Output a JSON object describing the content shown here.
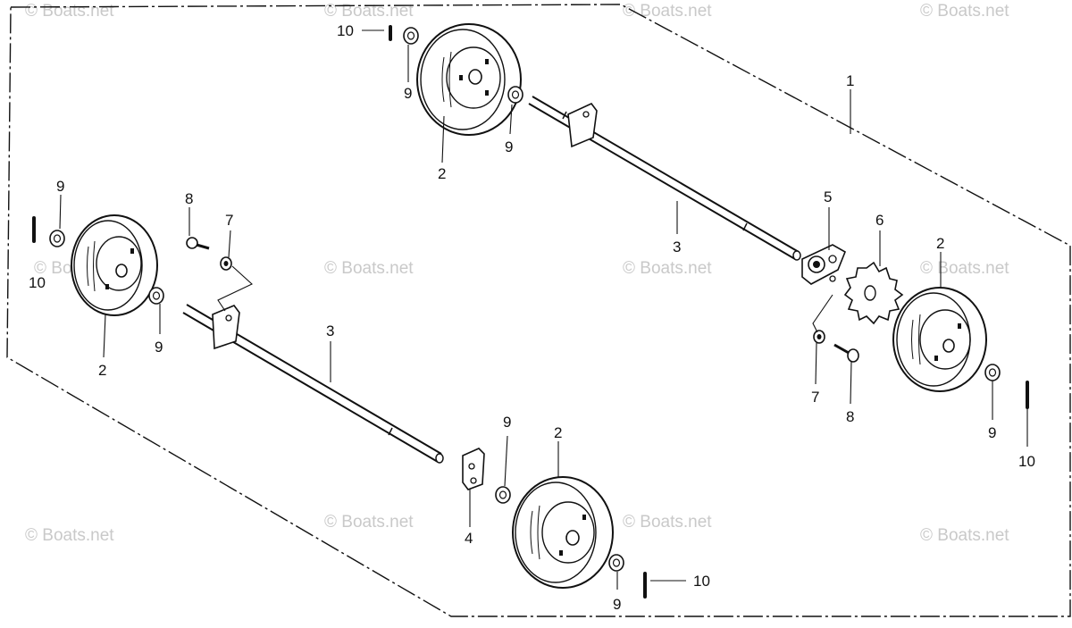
{
  "watermark": {
    "text": "© Boats.net",
    "color": "#c9c9c9"
  },
  "callouts": {
    "c1": "1",
    "c2a": "2",
    "c2b": "2",
    "c2c": "2",
    "c2d": "2",
    "c3a": "3",
    "c3b": "3",
    "c4": "4",
    "c5": "5",
    "c6": "6",
    "c7a": "7",
    "c7b": "7",
    "c8a": "8",
    "c8b": "8",
    "c9a": "9",
    "c9b": "9",
    "c9c": "9",
    "c9d": "9",
    "c9e": "9",
    "c9f": "9",
    "c9g": "9",
    "c10a": "10",
    "c10b": "10",
    "c10c": "10",
    "c10d": "10"
  },
  "colors": {
    "ink": "#111111",
    "paper": "#ffffff"
  }
}
